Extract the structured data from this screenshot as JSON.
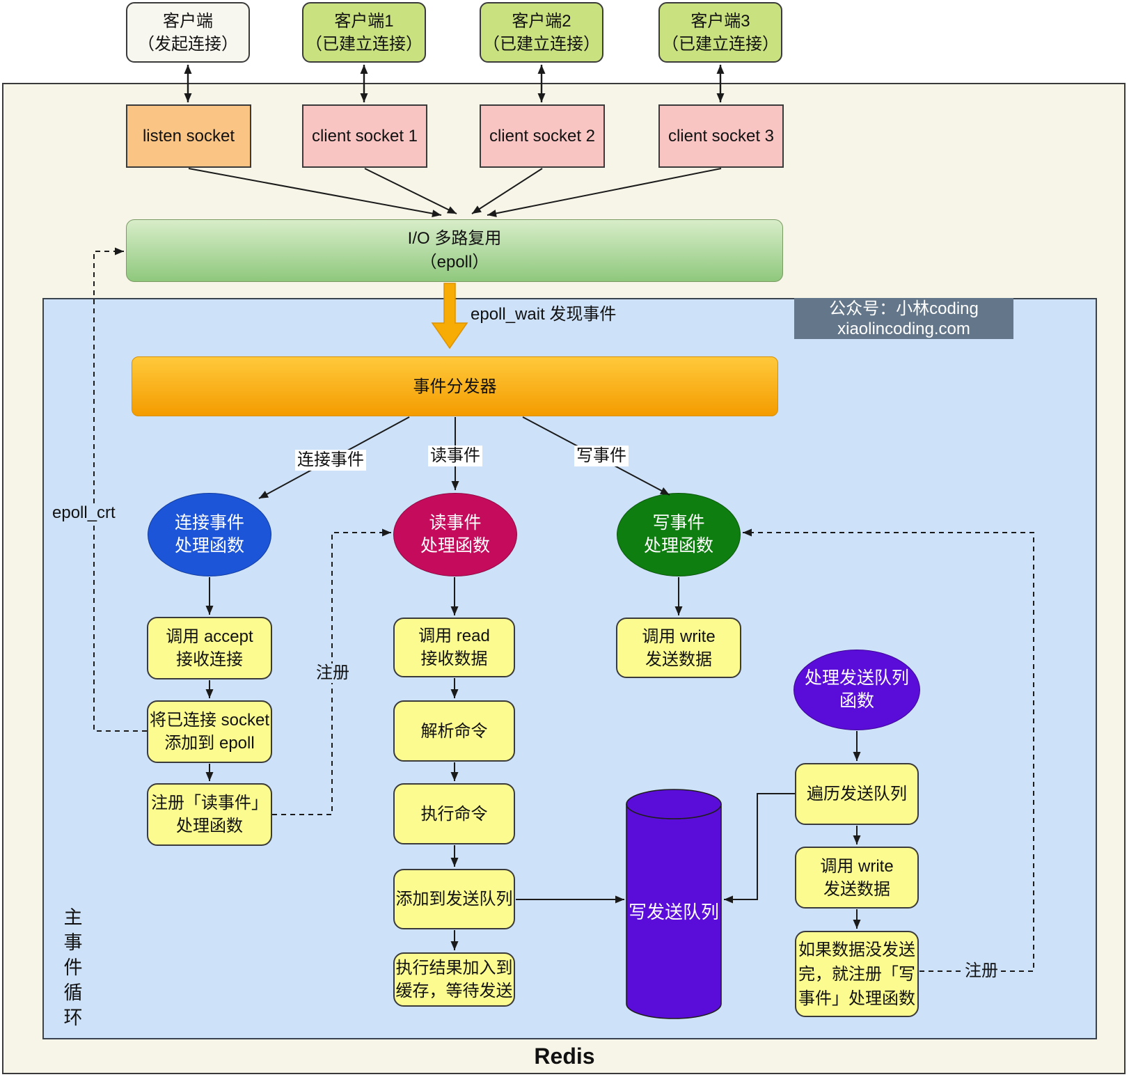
{
  "clients": [
    {
      "label": "客户端\n（发起连接）"
    },
    {
      "label": "客户端1\n（已建立连接）"
    },
    {
      "label": "客户端2\n（已建立连接）"
    },
    {
      "label": "客户端3\n（已建立连接）"
    }
  ],
  "sockets": [
    {
      "label": "listen socket"
    },
    {
      "label": "client socket 1"
    },
    {
      "label": "client socket 2"
    },
    {
      "label": "client socket 3"
    }
  ],
  "io_multiplexing": {
    "label": "I/O 多路复用\n（epoll）"
  },
  "event_dispatcher": {
    "label": "事件分发器"
  },
  "watermark": {
    "line1": "公众号：小林coding",
    "line2": "xiaolincoding.com"
  },
  "edge_labels": {
    "epoll_wait": "epoll_wait 发现事件",
    "connect_event": "连接事件",
    "read_event": "读事件",
    "write_event": "写事件",
    "epoll_crt": "epoll_crt",
    "register_read": "注册",
    "register_write": "注册"
  },
  "handlers": {
    "connect": {
      "label": "连接事件\n处理函数"
    },
    "read": {
      "label": "读事件\n处理函数"
    },
    "write": {
      "label": "写事件\n处理函数"
    },
    "send_queue": {
      "label": "处理发送队列\n函数"
    }
  },
  "steps": {
    "accept": {
      "label": "调用 accept\n接收连接"
    },
    "add_epoll": {
      "label": "将已连接 socket\n添加到 epoll"
    },
    "register_read_handler": {
      "label": "注册「读事件」\n处理函数"
    },
    "read": {
      "label": "调用 read\n接收数据"
    },
    "parse": {
      "label": "解析命令"
    },
    "execute": {
      "label": "执行命令"
    },
    "enqueue": {
      "label": "添加到发送队列"
    },
    "buffer": {
      "label": "执行结果加入到\n缓存，等待发送"
    },
    "write": {
      "label": "调用 write\n发送数据"
    },
    "traverse": {
      "label": "遍历发送队列"
    },
    "write_send": {
      "label": "调用 write\n发送数据"
    },
    "register_write_handler": {
      "label": "如果数据没发送\n完，就注册「写\n事件」处理函数"
    }
  },
  "cylinder": {
    "label": "写发送队列"
  },
  "main_loop_label": "主事件循环",
  "footer": {
    "label": "Redis"
  },
  "colors": {
    "outer_bg": "#f7f5e7",
    "loop_bg": "#cde1f8",
    "client_new": "#f8f7ef",
    "client_established": "#c9e17f",
    "listen_socket": "#fac584",
    "client_socket": "#f8c5c3",
    "io_gradient_top": "#d8edc9",
    "io_gradient_bottom": "#8fc87d",
    "dispatcher_gradient_top": "#ffc93b",
    "dispatcher_gradient_bottom": "#f49c00",
    "fat_arrow": "#f6ab05",
    "connect_handler": "#1c55d8",
    "read_handler": "#c50c5c",
    "write_handler": "#0f7e10",
    "send_queue_handler": "#5a0cd8",
    "cylinder": "#5a0cd8",
    "step_box": "#fbfb90",
    "watermark_bg": "#64778a",
    "line": "#1a1a1a"
  }
}
